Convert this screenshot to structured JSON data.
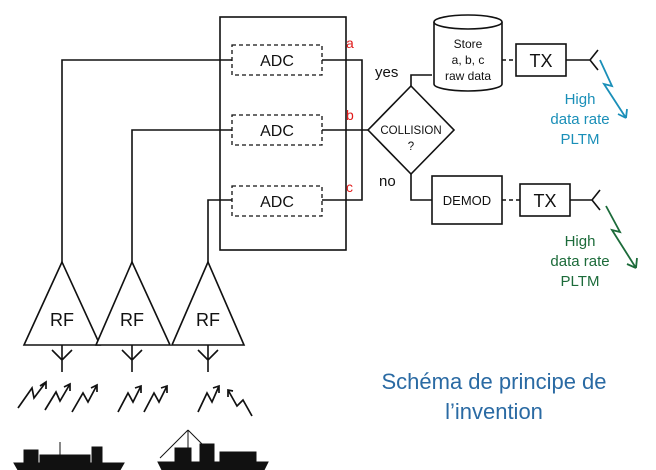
{
  "adc_blocks": [
    {
      "label": "ADC",
      "channel": "a"
    },
    {
      "label": "ADC",
      "channel": "b"
    },
    {
      "label": "ADC",
      "channel": "c"
    }
  ],
  "rf_blocks": [
    "RF",
    "RF",
    "RF"
  ],
  "collision": {
    "line1": "COLLISION",
    "line2": "?"
  },
  "branches": {
    "yes": "yes",
    "no": "no"
  },
  "store": {
    "line1": "Store",
    "line2": "a, b, c",
    "line3": "raw data"
  },
  "tx": [
    "TX",
    "TX"
  ],
  "demod": "DEMOD",
  "links": [
    {
      "line1": "High",
      "line2": "data rate",
      "line3": "PLTM",
      "color": "#1a8fb8"
    },
    {
      "line1": "High",
      "line2": "data rate",
      "line3": "PLTM",
      "color": "#1c6b3a"
    }
  ],
  "caption": {
    "line1": "Schéma de principe de",
    "line2": "l’invention",
    "color": "#2a6aa3"
  },
  "colors": {
    "channel_label": "#e01b1b"
  },
  "icons": [
    "antenna-icon",
    "lightning-icon",
    "ship-icon"
  ]
}
